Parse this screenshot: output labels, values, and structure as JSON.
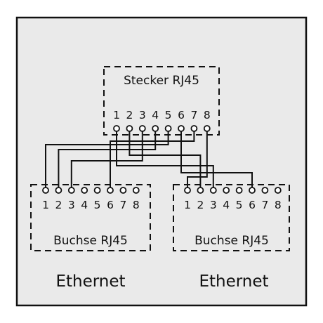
{
  "colors": {
    "panel_background": "#eaeaea",
    "panel_border": "#111111",
    "line": "#111111",
    "pin_fill": "#ffffff"
  },
  "plug": {
    "label": "Stecker RJ45",
    "pins": [
      "1",
      "2",
      "3",
      "4",
      "5",
      "6",
      "7",
      "8"
    ]
  },
  "jack_left": {
    "label": "Buchse RJ45",
    "pins": [
      "1",
      "2",
      "3",
      "4",
      "5",
      "6",
      "7",
      "8"
    ],
    "caption": "Ethernet"
  },
  "jack_right": {
    "label": "Buchse RJ45",
    "pins": [
      "1",
      "2",
      "3",
      "4",
      "5",
      "6",
      "7",
      "8"
    ],
    "caption": "Ethernet"
  },
  "wiring": [
    {
      "plug_pin": 1,
      "jack": "right",
      "jack_pin": 3
    },
    {
      "plug_pin": 2,
      "jack": "right",
      "jack_pin": 2
    },
    {
      "plug_pin": 3,
      "jack": "left",
      "jack_pin": 3
    },
    {
      "plug_pin": 4,
      "jack": "left",
      "jack_pin": 2
    },
    {
      "plug_pin": 5,
      "jack": "left",
      "jack_pin": 1
    },
    {
      "plug_pin": 6,
      "jack": "right",
      "jack_pin": 6
    },
    {
      "plug_pin": 7,
      "jack": "left",
      "jack_pin": 6
    },
    {
      "plug_pin": 8,
      "jack": "right",
      "jack_pin": 1
    }
  ]
}
